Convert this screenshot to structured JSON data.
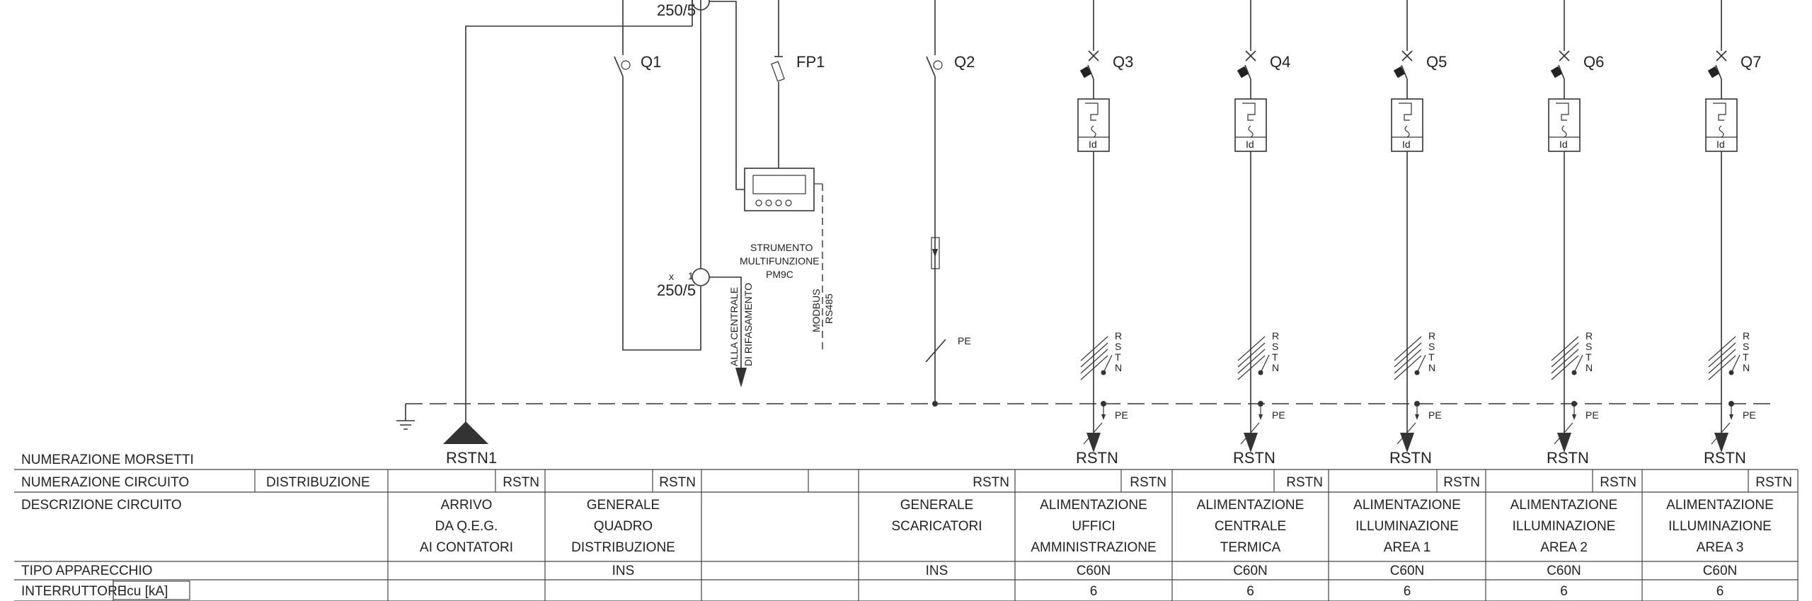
{
  "ct_upper": {
    "ratio": "250/5"
  },
  "ct_lower": {
    "x": "x",
    "idx": "1",
    "ratio": "250/5"
  },
  "devices": {
    "q1": "Q1",
    "fp1": "FP1",
    "q2": "Q2"
  },
  "feeders": [
    {
      "label": "Q3",
      "id_label": "Id",
      "phases": [
        "R",
        "S",
        "T",
        "N"
      ],
      "pe": "PE",
      "terminal": "RSTN"
    },
    {
      "label": "Q4",
      "id_label": "Id",
      "phases": [
        "R",
        "S",
        "T",
        "N"
      ],
      "pe": "PE",
      "terminal": "RSTN"
    },
    {
      "label": "Q5",
      "id_label": "Id",
      "phases": [
        "R",
        "S",
        "T",
        "N"
      ],
      "pe": "PE",
      "terminal": "RSTN"
    },
    {
      "label": "Q6",
      "id_label": "Id",
      "phases": [
        "R",
        "S",
        "T",
        "N"
      ],
      "pe": "PE",
      "terminal": "RSTN"
    },
    {
      "label": "Q7",
      "id_label": "Id",
      "phases": [
        "R",
        "S",
        "T",
        "N"
      ],
      "pe": "PE",
      "terminal": "RSTN"
    }
  ],
  "meter": {
    "line1": "STRUMENTO",
    "line2": "MULTIFUNZIONE",
    "line3": "PM9C",
    "comm1": "MODBUS",
    "comm2": "RS485",
    "dest1": "ALLA CENTRALE",
    "dest2": "DI RIFASAMENTO"
  },
  "pe_q2": "PE",
  "incoming_terminal": "RSTN1",
  "table": {
    "row_headers": {
      "morsetti": "NUMERAZIONE MORSETTI",
      "circuito": "NUMERAZIONE CIRCUITO",
      "distribuzione": "DISTRIBUZIONE",
      "descrizione": "DESCRIZIONE CIRCUITO",
      "tipo": "TIPO APPARECCHIO",
      "interruttore": "INTERRUTTORE",
      "icu": "Icu [kA]"
    },
    "columns": [
      {
        "circuit": "RSTN",
        "desc": [
          "ARRIVO",
          "DA Q.E.G.",
          "AI CONTATORI"
        ],
        "tipo": "",
        "icu": ""
      },
      {
        "circuit": "RSTN",
        "desc": [
          "GENERALE",
          "QUADRO",
          "DISTRIBUZIONE"
        ],
        "tipo": "INS",
        "icu": ""
      },
      {
        "circuit": "",
        "desc": [
          "",
          "",
          ""
        ],
        "tipo": "",
        "icu": ""
      },
      {
        "circuit": "RSTN",
        "desc": [
          "GENERALE",
          "SCARICATORI",
          ""
        ],
        "tipo": "INS",
        "icu": ""
      },
      {
        "circuit": "RSTN",
        "desc": [
          "ALIMENTAZIONE",
          "UFFICI",
          "AMMINISTRAZIONE"
        ],
        "tipo": "C60N",
        "icu": "6"
      },
      {
        "circuit": "RSTN",
        "desc": [
          "ALIMENTAZIONE",
          "CENTRALE",
          "TERMICA"
        ],
        "tipo": "C60N",
        "icu": "6"
      },
      {
        "circuit": "RSTN",
        "desc": [
          "ALIMENTAZIONE",
          "ILLUMINAZIONE",
          "AREA  1"
        ],
        "tipo": "C60N",
        "icu": "6"
      },
      {
        "circuit": "RSTN",
        "desc": [
          "ALIMENTAZIONE",
          "ILLUMINAZIONE",
          "AREA  2"
        ],
        "tipo": "C60N",
        "icu": "6"
      },
      {
        "circuit": "RSTN",
        "desc": [
          "ALIMENTAZIONE",
          "ILLUMINAZIONE",
          "AREA  3"
        ],
        "tipo": "C60N",
        "icu": "6"
      }
    ]
  }
}
